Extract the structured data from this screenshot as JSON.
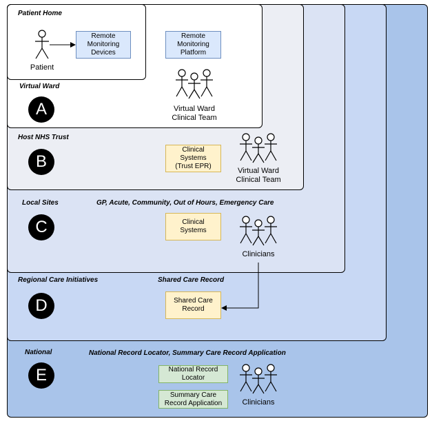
{
  "layers": {
    "patient_home": {
      "title": "Patient Home",
      "bg": "#ffffff"
    },
    "virtual_ward": {
      "title": "Virtual Ward",
      "badge": "A",
      "bg": "#ffffff"
    },
    "host_trust": {
      "title": "Host NHS Trust",
      "badge": "B",
      "bg": "#eceef4"
    },
    "local_sites": {
      "title": "Local Sites",
      "badge": "C",
      "subtitle": "GP, Acute, Community, Out of Hours, Emergency Care",
      "bg": "#dbe3f4"
    },
    "regional": {
      "title": "Regional Care Initiatives",
      "badge": "D",
      "subtitle": "Shared Care Record",
      "bg": "#c8d8f4"
    },
    "national": {
      "title": "National",
      "badge": "E",
      "subtitle": "National Record Locator, Summary Care Record Application",
      "bg": "#a9c4ea"
    }
  },
  "nodes": {
    "patient": "Patient",
    "remote_devices": "Remote Monitoring Devices",
    "remote_platform": "Remote Monitoring Platform",
    "vw_team": [
      "Virtual Ward",
      "Clinical Team"
    ],
    "clinical_systems_epr": [
      "Clinical",
      "Systems",
      "(Trust EPR)"
    ],
    "trust_team": [
      "Virtual Ward",
      "Clinical Team"
    ],
    "clinical_systems": [
      "Clinical",
      "Systems"
    ],
    "clinicians_local": "Clinicians",
    "shared_care_record": [
      "Shared Care",
      "Record"
    ],
    "nrl": [
      "National Record",
      "Locator"
    ],
    "scra": [
      "Summary Care",
      "Record Application"
    ],
    "clinicians_national": "Clinicians"
  },
  "colors": {
    "blue_fill": "#dae8fc",
    "blue_stroke": "#6c8ebf",
    "yellow_fill": "#fff2cc",
    "yellow_stroke": "#d6b656",
    "green_fill": "#d5e8d4",
    "green_stroke": "#82b366"
  }
}
